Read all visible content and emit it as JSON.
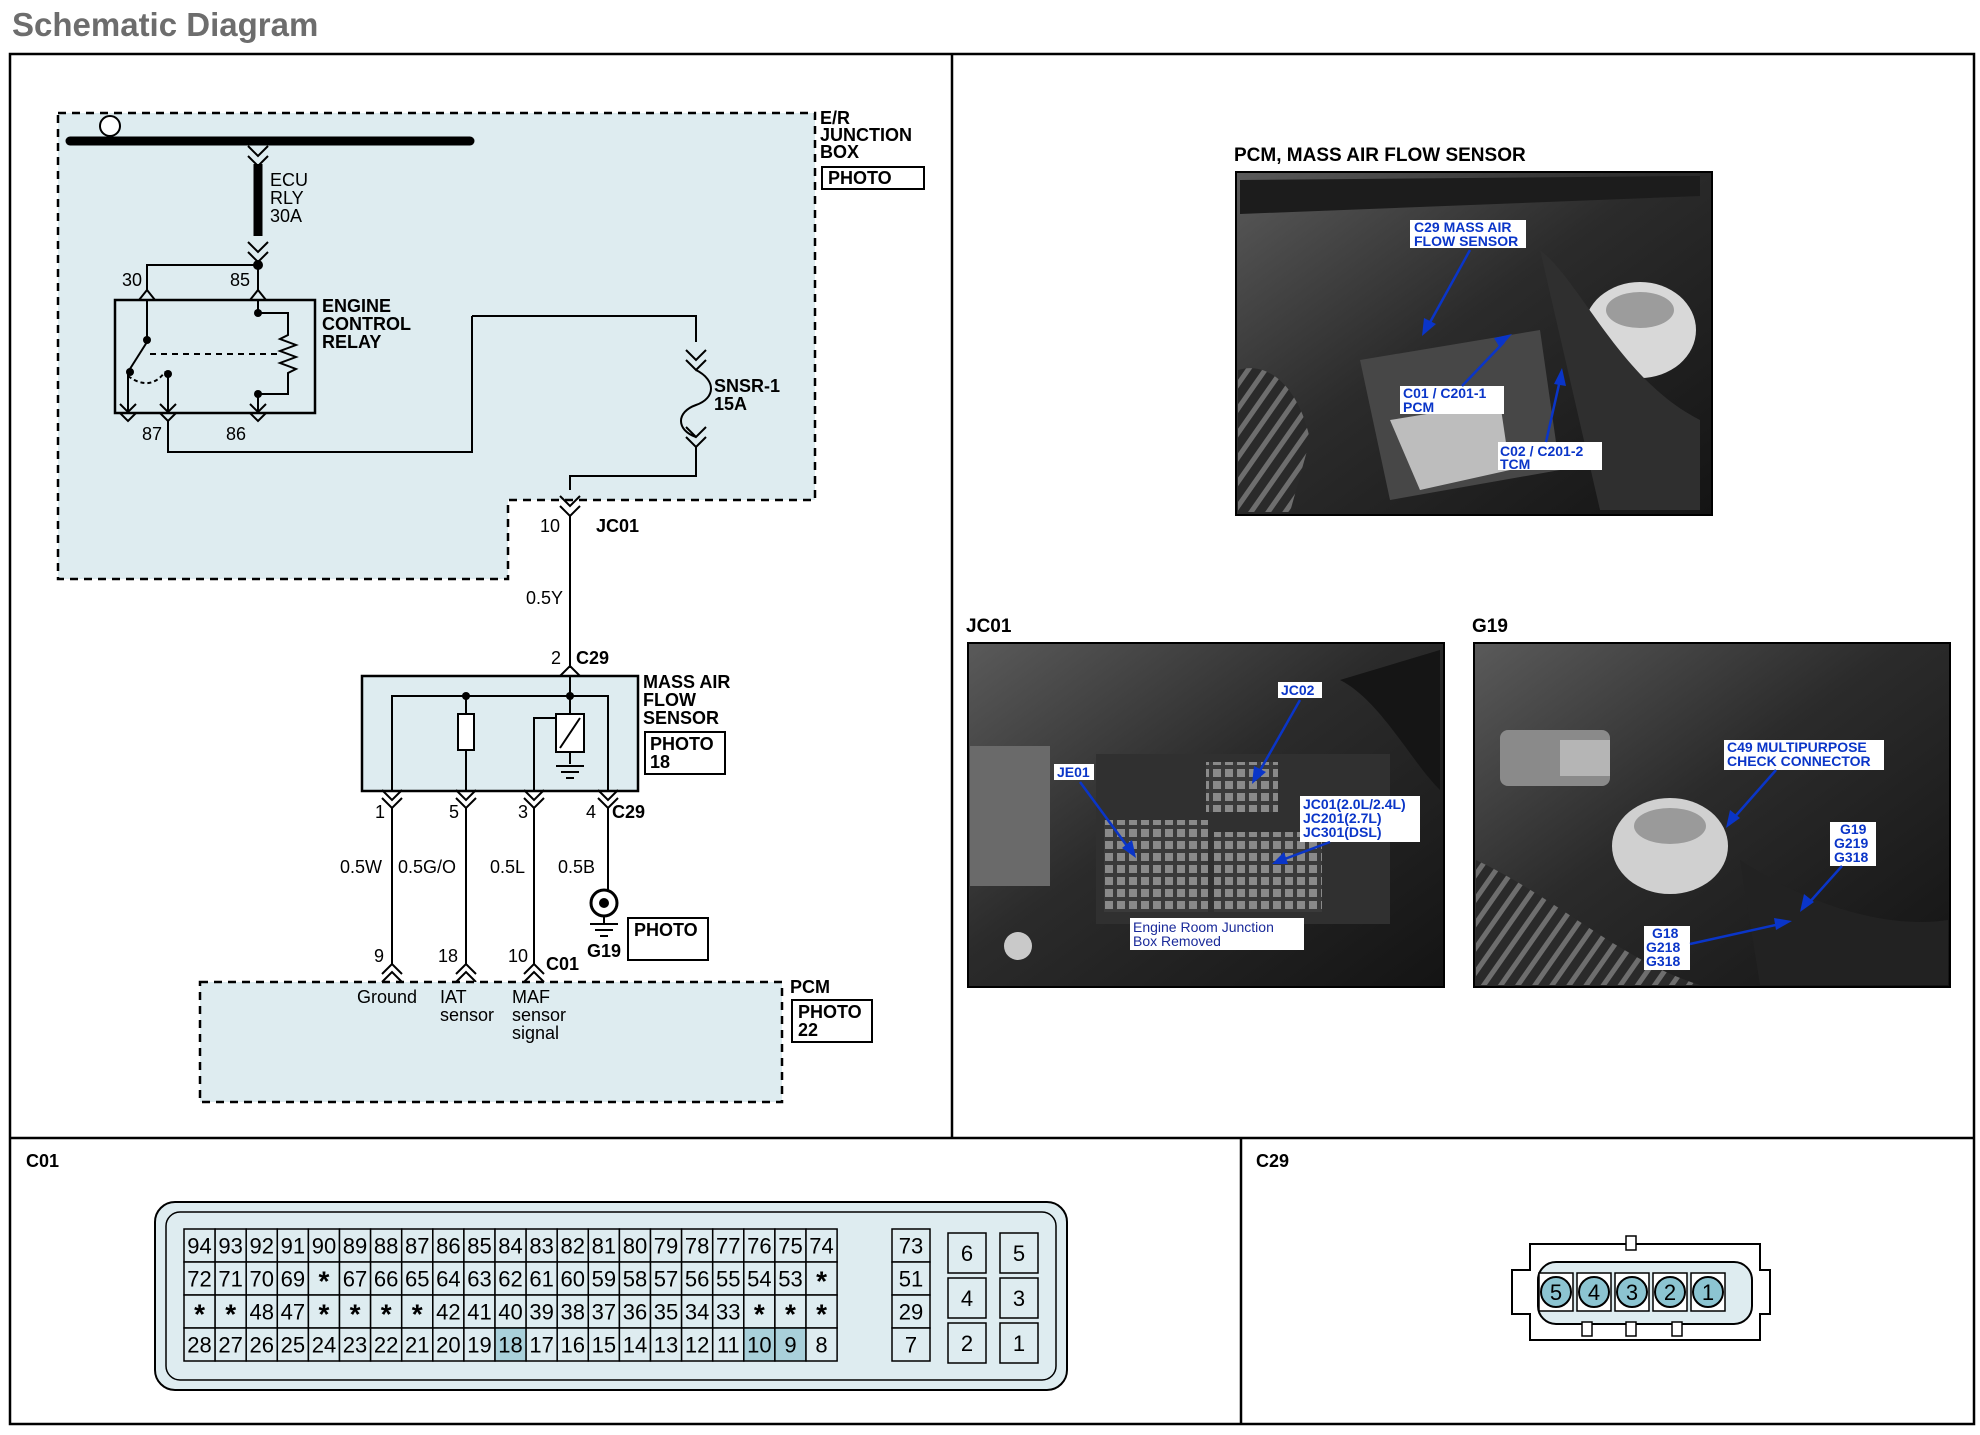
{
  "header": {
    "title": "Schematic Diagram"
  },
  "schematic": {
    "junction_box": {
      "line1": "E/R",
      "line2": "JUNCTION",
      "line3": "BOX",
      "photo": "PHOTO"
    },
    "ecu_fuse": {
      "line1": "ECU",
      "line2": "RLY",
      "line3": "30A"
    },
    "relay": {
      "line1": "ENGINE",
      "line2": "CONTROL",
      "line3": "RELAY",
      "pin30": "30",
      "pin85": "85",
      "pin87": "87",
      "pin86": "86"
    },
    "snsr_fuse": {
      "line1": "SNSR-1",
      "line2": "15A"
    },
    "jc01": {
      "pin": "10",
      "name": "JC01"
    },
    "wire_top": "0.5Y",
    "c29_top": {
      "pin": "2",
      "name": "C29"
    },
    "maf_sensor": {
      "line1": "MASS AIR",
      "line2": "FLOW",
      "line3": "SENSOR",
      "photo1": "PHOTO",
      "photo2": "18"
    },
    "c29_bottom": {
      "pins": [
        "1",
        "5",
        "3",
        "4"
      ],
      "name": "C29"
    },
    "wires": [
      "0.5W",
      "0.5G/O",
      "0.5L",
      "0.5B"
    ],
    "ground": {
      "name": "G19",
      "photo": "PHOTO"
    },
    "c01": {
      "pins": [
        "9",
        "18",
        "10"
      ],
      "name": "C01"
    },
    "pcm": {
      "name": "PCM",
      "photo1": "PHOTO",
      "photo2": "22",
      "label_ground": "Ground",
      "label_iat1": "IAT",
      "label_iat2": "sensor",
      "label_maf1": "MAF",
      "label_maf2": "sensor",
      "label_maf3": "signal"
    }
  },
  "photos": {
    "pcm_maf": {
      "title": "PCM, MASS AIR FLOW SENSOR",
      "c29a": "C29 MASS AIR",
      "c29b": "FLOW SENSOR",
      "c01a": "C01 / C201-1",
      "c01b": "PCM",
      "c02a": "C02 / C201-2",
      "c02b": "TCM"
    },
    "jc01": {
      "title": "JC01",
      "jc02": "JC02",
      "je01": "JE01",
      "jc01a": "JC01(2.0L/2.4L)",
      "jc01b": "JC201(2.7L)",
      "jc01c": "JC301(DSL)",
      "box1": "Engine Room Junction",
      "box2": "Box Removed"
    },
    "g19": {
      "title": "G19",
      "c49a": "C49 MULTIPURPOSE",
      "c49b": "CHECK CONNECTOR",
      "g19a": "G19",
      "g19b": "G219",
      "g19c": "G318",
      "g18a": "G18",
      "g18b": "G218",
      "g18c": "G318"
    }
  },
  "connectors": {
    "c01": {
      "title": "C01",
      "rows": [
        [
          "94",
          "93",
          "92",
          "91",
          "90",
          "89",
          "88",
          "87",
          "86",
          "85",
          "84",
          "83",
          "82",
          "81",
          "80",
          "79",
          "78",
          "77",
          "76",
          "75",
          "74"
        ],
        [
          "72",
          "71",
          "70",
          "69",
          "*",
          "67",
          "66",
          "65",
          "64",
          "63",
          "62",
          "61",
          "60",
          "59",
          "58",
          "57",
          "56",
          "55",
          "54",
          "53",
          "*"
        ],
        [
          "*",
          "*",
          "48",
          "47",
          "*",
          "*",
          "*",
          "*",
          "42",
          "41",
          "40",
          "39",
          "38",
          "37",
          "36",
          "35",
          "34",
          "33",
          "*",
          "*",
          "*"
        ],
        [
          "28",
          "27",
          "26",
          "25",
          "24",
          "23",
          "22",
          "21",
          "20",
          "19",
          "18",
          "17",
          "16",
          "15",
          "14",
          "13",
          "12",
          "11",
          "10",
          "9",
          "8"
        ]
      ],
      "highlighted": [
        "18",
        "10",
        "9"
      ],
      "side_col": [
        "73",
        "51",
        "29",
        "7"
      ],
      "block": [
        [
          "6",
          "5"
        ],
        [
          "4",
          "3"
        ],
        [
          "2",
          "1"
        ]
      ],
      "highlight_color": "#a9d0da"
    },
    "c29": {
      "title": "C29",
      "pins": [
        "5",
        "4",
        "3",
        "2",
        "1"
      ],
      "pin_color": "#8cc4d1"
    }
  },
  "colors": {
    "box_fill": "#deecf0",
    "panel_border": "#000000",
    "title_gray": "#6d6d6d",
    "callout_blue": "#0a35c8"
  }
}
